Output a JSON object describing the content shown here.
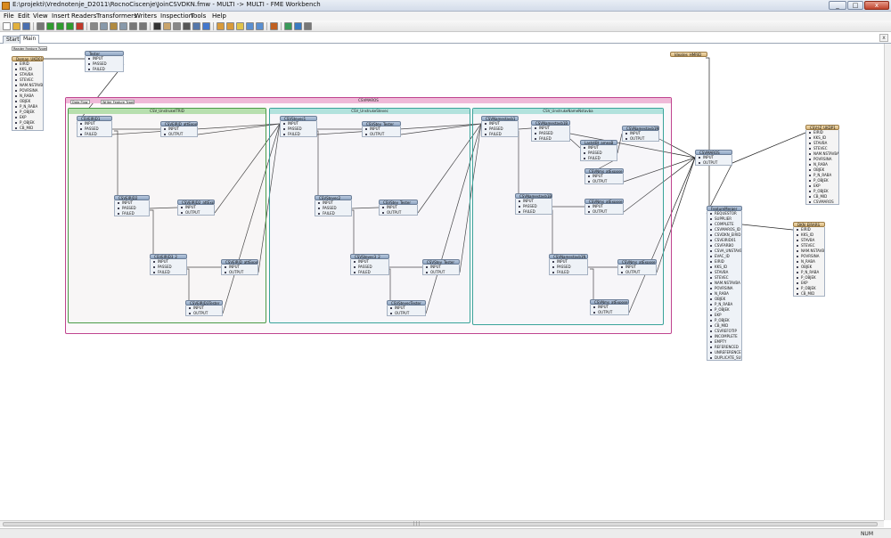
{
  "window": {
    "title": "E:\\projekti\\Vrednotenje_D2011\\RocnoCiscenje\\JoinCSVDKN.fmw - MULTI -> MULTI - FME Workbench",
    "minimize_label": "_",
    "maximize_label": "□",
    "close_label": "x"
  },
  "menu": [
    {
      "label": "File"
    },
    {
      "label": "Edit"
    },
    {
      "label": "View"
    },
    {
      "label": "Insert"
    },
    {
      "label": "Readers"
    },
    {
      "label": "Transformers"
    },
    {
      "label": "Writers"
    },
    {
      "label": "Inspection"
    },
    {
      "label": "Tools"
    },
    {
      "label": "Help"
    }
  ],
  "toolbar": [
    {
      "icon": "new-file-icon",
      "color": "#ffffff"
    },
    {
      "icon": "open-folder-icon",
      "color": "#e2b03c"
    },
    {
      "icon": "save-icon",
      "color": "#4a6fb0"
    },
    {
      "icon": "sep"
    },
    {
      "icon": "pause-icon",
      "color": "#777777"
    },
    {
      "icon": "run-icon",
      "color": "#2f9b2f"
    },
    {
      "icon": "run-step-icon",
      "color": "#2f9b2f"
    },
    {
      "icon": "run-to-icon",
      "color": "#2f9b2f"
    },
    {
      "icon": "stop-icon",
      "color": "#c0392b"
    },
    {
      "icon": "sep"
    },
    {
      "icon": "cut-icon",
      "color": "#888888"
    },
    {
      "icon": "copy-icon",
      "color": "#8899aa"
    },
    {
      "icon": "paste-icon",
      "color": "#b08a40"
    },
    {
      "icon": "duplicate-icon",
      "color": "#8899aa"
    },
    {
      "icon": "undo-icon",
      "color": "#777777"
    },
    {
      "icon": "redo-icon",
      "color": "#777777"
    },
    {
      "icon": "sep"
    },
    {
      "icon": "select-pointer-icon",
      "color": "#333333"
    },
    {
      "icon": "pan-hand-icon",
      "color": "#c9a46b"
    },
    {
      "icon": "connect-icon",
      "color": "#888888"
    },
    {
      "icon": "magic-wand-icon",
      "color": "#555555"
    },
    {
      "icon": "zoom-icon",
      "color": "#5577aa"
    },
    {
      "icon": "fit-icon",
      "color": "#4477cc"
    },
    {
      "icon": "sep"
    },
    {
      "icon": "add-reader-icon",
      "color": "#d89a3a"
    },
    {
      "icon": "add-writer-icon",
      "color": "#d89a3a"
    },
    {
      "icon": "bookmark-icon",
      "color": "#e0c34a"
    },
    {
      "icon": "annotation-icon",
      "color": "#5a8fd0"
    },
    {
      "icon": "transformer-gallery-icon",
      "color": "#5a8fd0"
    },
    {
      "icon": "sep"
    },
    {
      "icon": "back-icon",
      "color": "#c06020"
    },
    {
      "icon": "sep"
    },
    {
      "icon": "redirect-icon",
      "color": "#3a9a5a"
    },
    {
      "icon": "inspect-icon",
      "color": "#3a7ac0"
    },
    {
      "icon": "log-icon",
      "color": "#777777"
    }
  ],
  "tabs": [
    {
      "label": "Start",
      "active": false
    },
    {
      "label": "Main",
      "active": true
    }
  ],
  "tab_close_label": "x",
  "bookmarks": {
    "outer": "CSVMAROS",
    "green": "CSV_UnstrukeITRID",
    "blue": "CSV_UnstrukeStevec",
    "teal": "CSV_UnstrukeNameNstavba"
  },
  "labels": {
    "reader_feature_types": "Reader Feature Types",
    "data_flow": "Data Flow",
    "writer_feature_types": "Writer Feature Types"
  },
  "nodes": [
    {
      "id": "r1",
      "kind": "reader",
      "title": "Deman_UKD01",
      "ports": [
        "EIRID",
        "KKS_ID",
        "STAVBA",
        "STEVEC",
        "NAM.NSTAVBA",
        "POVRSINA",
        "N_RABA",
        "OBJEK",
        "P_N_RABA",
        "P_OBJEK",
        "EKP",
        "P_OBJEK",
        "CB_MID"
      ]
    },
    {
      "id": "t_tester",
      "title": "Tester",
      "ports": [
        "INPUT",
        "PASSED",
        "FAILED"
      ]
    },
    {
      "id": "g1",
      "title": "CSVEIRID1",
      "ports": [
        "INPUT",
        "PASSED",
        "FAILED"
      ]
    },
    {
      "id": "g2",
      "title": "CSVEIRID_attExpose",
      "ports": [
        "INPUT",
        "OUTPUT"
      ]
    },
    {
      "id": "g3",
      "title": "CSVEIRID2",
      "ports": [
        "INPUT",
        "PASSED",
        "FAILED"
      ]
    },
    {
      "id": "g4",
      "title": "CSVEIRID2_attExpose",
      "ports": [
        "INPUT",
        "OUTPUT"
      ]
    },
    {
      "id": "g5",
      "title": "CSVEIRID3_2",
      "ports": [
        "INPUT",
        "PASSED",
        "FAILED"
      ]
    },
    {
      "id": "g6",
      "title": "CSVEIRID_attExpose",
      "ports": [
        "INPUT",
        "OUTPUT"
      ]
    },
    {
      "id": "g7",
      "title": "CSVEIRID3Tester",
      "ports": [
        "INPUT",
        "OUTPUT"
      ]
    },
    {
      "id": "b1",
      "title": "CSVStevec1",
      "ports": [
        "INPUT",
        "PASSED",
        "FAILED"
      ]
    },
    {
      "id": "b2",
      "title": "CSVStev_Tester",
      "ports": [
        "INPUT",
        "OUTPUT"
      ]
    },
    {
      "id": "b3",
      "title": "CSVStevec2",
      "ports": [
        "INPUT",
        "PASSED",
        "FAILED"
      ]
    },
    {
      "id": "b4",
      "title": "CSVStev_Tester",
      "ports": [
        "INPUT",
        "OUTPUT"
      ]
    },
    {
      "id": "b5",
      "title": "CSVStevec3_2",
      "ports": [
        "INPUT",
        "PASSED",
        "FAILED"
      ]
    },
    {
      "id": "b6",
      "title": "CSVStev_Tester",
      "ports": [
        "INPUT",
        "OUTPUT"
      ]
    },
    {
      "id": "b7",
      "title": "CSVStevecTester",
      "ports": [
        "INPUT",
        "OUTPUT"
      ]
    },
    {
      "id": "c1",
      "title": "CSVNamestavb1",
      "ports": [
        "INPUT",
        "PASSED",
        "FAILED"
      ]
    },
    {
      "id": "c2",
      "title": "CSVNamestavb1B",
      "ports": [
        "INPUT",
        "PASSED",
        "FAILED"
      ]
    },
    {
      "id": "c3",
      "title": "LaststBt_ameaB",
      "ports": [
        "INPUT",
        "PASSED",
        "FAILED"
      ]
    },
    {
      "id": "c4",
      "title": "CSVNamestavb1N",
      "ports": [
        "INPUT",
        "OUTPUT"
      ]
    },
    {
      "id": "c5",
      "title": "CSVNms_atExpose",
      "ports": [
        "INPUT",
        "OUTPUT"
      ]
    },
    {
      "id": "c6",
      "title": "CSVNamestavb1B",
      "ports": [
        "INPUT",
        "PASSED",
        "FAILED"
      ]
    },
    {
      "id": "c7",
      "title": "CSVNms_atExpose",
      "ports": [
        "INPUT",
        "OUTPUT"
      ]
    },
    {
      "id": "c8",
      "title": "CSVNamestavb1N",
      "ports": [
        "INPUT",
        "PASSED",
        "FAILED"
      ]
    },
    {
      "id": "c9",
      "title": "CSVNms_atExpose",
      "ports": [
        "INPUT",
        "OUTPUT"
      ]
    },
    {
      "id": "c10",
      "title": "CSVNms_atExpose",
      "ports": [
        "INPUT",
        "OUTPUT"
      ]
    },
    {
      "id": "r2",
      "kind": "reader",
      "title": "Ideates_HMRID",
      "ports": []
    },
    {
      "id": "m1",
      "title": "CSVMAROS",
      "ports": [
        "INPUT",
        "OUTPUT"
      ]
    },
    {
      "id": "fm",
      "title": "FeatureMerger",
      "ports": [
        "REQUESTOR",
        "SUPPLIER",
        "COMPLETE",
        "CSVMAROS_ID",
        "CSVDKN_EIRID",
        "CSVEIRID01",
        "CSVFARBO",
        "CSVA_UNSTAVB",
        "EVAC_ID",
        "EIRID",
        "KKS_ID",
        "STAVBA",
        "STEVEC",
        "NAM.NSTAVBA",
        "POVRSINA",
        "N_RABA",
        "OBJEK",
        "P_N_RABA",
        "P_OBJEK",
        "EKP",
        "P_OBJEK",
        "CB_MID",
        "CSVREFOTIP",
        "INCOMPLETE",
        "EMPTY",
        "REFERENCED",
        "UNREFERENCED",
        "DUPLICATE_SUPPLIER"
      ]
    },
    {
      "id": "w1",
      "kind": "writer",
      "title": "CSV-IZ_UKDP1",
      "ports": [
        "EIRID",
        "KKS_ID",
        "STAVBA",
        "STEVEC",
        "NAM.NSTAVBA",
        "POVRSINA",
        "N_RABA",
        "OBJEK",
        "P_N_RABA",
        "P_OBJEK",
        "EKP",
        "P_OBJEK",
        "CB_MID",
        "CSVMAROS"
      ]
    },
    {
      "id": "w2",
      "kind": "writer",
      "title": "DKN_EIRARS",
      "ports": [
        "EIRID",
        "KKS_ID",
        "STAVBA",
        "STEVEC",
        "NAM.NSTAVBA",
        "POVRSINA",
        "N_RABA",
        "OBJEK",
        "P_N_RABA",
        "P_OBJEK",
        "EKP",
        "P_OBJEK",
        "CB_MID"
      ]
    }
  ],
  "scroll_grip": "|||",
  "status": {
    "num": "NUM"
  }
}
